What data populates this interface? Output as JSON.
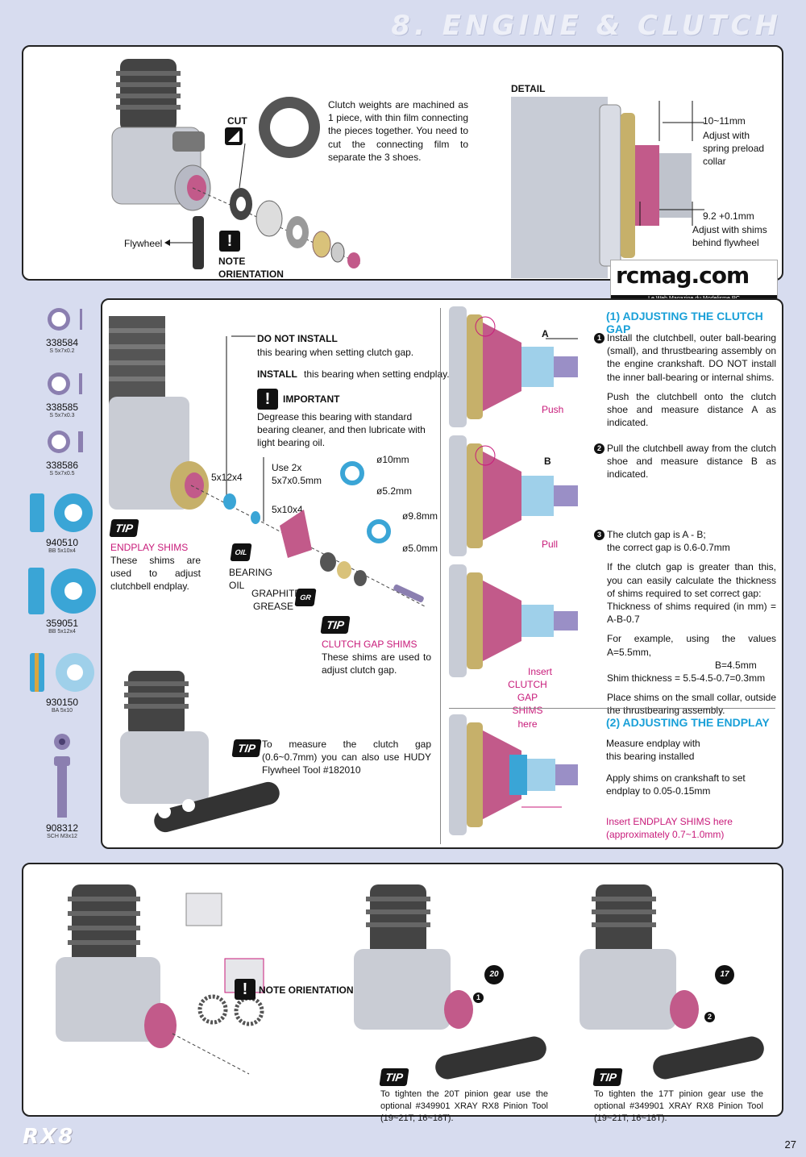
{
  "header": {
    "title": "8. ENGINE & CLUTCH"
  },
  "section1": {
    "cut_label": "CUT",
    "clutch_note": "Clutch weights are machined as 1 piece, with thin film connecting the pieces together. You need to cut the connecting film to separate the 3 shoes.",
    "flywheel_label": "Flywheel",
    "note_orientation": "NOTE ORIENTATION",
    "detail_label": "DETAIL",
    "dim1": "10~11mm",
    "dim1_note": "Adjust with spring preload collar",
    "dim2": "9.2 +0.1mm",
    "dim2_note": "Adjust with shims behind flywheel"
  },
  "watermark": {
    "logo": "rcmag.com",
    "tagline": "Le Web Magazine du Modelisme RC"
  },
  "sidebar": {
    "parts": [
      {
        "num": "338584",
        "desc": "S 5x7x0.2"
      },
      {
        "num": "338585",
        "desc": "S 5x7x0.3"
      },
      {
        "num": "338586",
        "desc": "S 5x7x0.5"
      },
      {
        "num": "940510",
        "desc": "BB 5x10x4"
      },
      {
        "num": "359051",
        "desc": "BB 5x12x4"
      },
      {
        "num": "930150",
        "desc": "BA 5x10"
      },
      {
        "num": "908312",
        "desc": "SCH M3x12"
      }
    ]
  },
  "section2": {
    "do_not_install": "DO NOT INSTALL",
    "do_not_install_rest": "this bearing when setting clutch gap.",
    "install": "INSTALL",
    "install_rest": "this bearing when setting endplay.",
    "important": "IMPORTANT",
    "important_text": "Degrease this bearing with standard bearing cleaner, and then lubricate with light bearing oil.",
    "size_5x12x4": "5x12x4",
    "use_2x": "Use 2x 5x7x0.5mm",
    "size_5x10x4": "5x10x4",
    "d10": "ø10mm",
    "d52": "ø5.2mm",
    "d98": "ø9.8mm",
    "d50": "ø5.0mm",
    "tip": "TIP",
    "endplay_shims": "ENDPLAY SHIMS",
    "endplay_shims_text": "These shims are used to adjust clutchbell endplay.",
    "bearing_oil": "BEARING OIL",
    "graphite_grease": "GRAPHITE GREASE",
    "oil_badge": "OIL",
    "gr_badge": "GR",
    "clutch_gap_shims": "CLUTCH GAP SHIMS",
    "clutch_gap_shims_text": "These shims are used to adjust clutch gap.",
    "hudy_tip": "To measure the clutch gap (0.6~0.7mm) you can also use HUDY Flywheel Tool #182010",
    "adj_clutch_title": "(1) ADJUSTING THE CLUTCH GAP",
    "label_a": "A",
    "label_b": "B",
    "push": "Push",
    "pull": "Pull",
    "step1_num": "1",
    "step1": "Install the clutchbell, outer ball-bearing (small), and thrustbearing assembly on the engine crankshaft. DO NOT install the inner ball-bearing or internal shims.",
    "step1b": "Push the clutchbell onto the clutch shoe and measure distance A as indicated.",
    "step2_num": "2",
    "step2": "Pull the clutchbell away from the clutch shoe and measure distance B as indicated.",
    "step3_num": "3",
    "step3a": "The clutch gap is A - B;",
    "step3b": "the correct gap is 0.6-0.7mm",
    "step3c": "If the clutch gap is greater than this, you can easily calculate the thickness of shims required to set correct gap:",
    "step3d": "Thickness of shims required (in mm) = A-B-0.7",
    "step3e": "For example, using the values A=5.5mm,",
    "step3f": "B=4.5mm",
    "step3g": "Shim thickness = 5.5-4.5-0.7=0.3mm",
    "step3h": "Place shims on the small collar, outside the thrustbearing assembly.",
    "insert_label": "Insert",
    "insert_label2": "CLUTCH GAP SHIMS here",
    "adj_endplay_title": "(2) ADJUSTING THE ENDPLAY",
    "endplay1": "Measure endplay with this bearing installed",
    "endplay2": "Apply shims on crankshaft to set endplay to 0.05-0.15mm",
    "endplay3": "Insert ENDPLAY SHIMS here (approximately 0.7~1.0mm)"
  },
  "section3": {
    "note_orientation": "NOTE ORIENTATION",
    "badge_20": "20",
    "badge_17": "17",
    "step_1": "1",
    "step_2": "2",
    "tip": "TIP",
    "tip_20": "To tighten the 20T pinion gear use the optional #349901 XRAY RX8 Pinion Tool (19~21T; 16~18T).",
    "tip_17": "To tighten the 17T pinion gear use the optional #349901 XRAY RX8 Pinion Tool (19~21T; 16~18T)."
  },
  "footer": {
    "logo": "RX8",
    "page": "27"
  },
  "colors": {
    "accent_pink": "#c81b7a",
    "accent_blue": "#1aa0d8",
    "page_bg": "#d7dcef"
  }
}
